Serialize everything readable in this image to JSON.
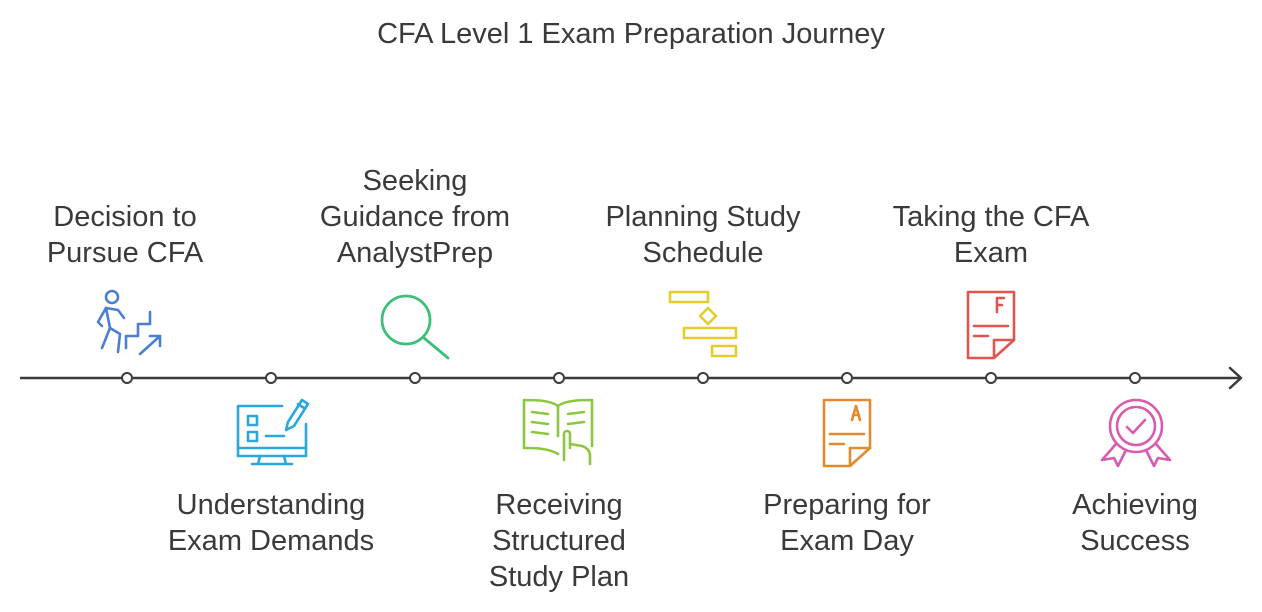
{
  "title": "CFA Level 1 Exam Preparation Journey",
  "steps": [
    {
      "label_lines": [
        "Decision to",
        "Pursue CFA"
      ],
      "icon": "climbing-stairs-icon",
      "color": "#4a7fd4"
    },
    {
      "label_lines": [
        "Understanding",
        "Exam Demands"
      ],
      "icon": "monitor-checklist-edit-icon",
      "color": "#29a8e0"
    },
    {
      "label_lines": [
        "Seeking",
        "Guidance from",
        "AnalystPrep"
      ],
      "icon": "magnifying-glass-icon",
      "color": "#3cbf7a"
    },
    {
      "label_lines": [
        "Receiving",
        "Structured",
        "Study Plan"
      ],
      "icon": "open-book-hand-icon",
      "color": "#8dc63f"
    },
    {
      "label_lines": [
        "Planning Study",
        "Schedule"
      ],
      "icon": "gantt-schedule-icon",
      "color": "#e3cc2b"
    },
    {
      "label_lines": [
        "Preparing for",
        "Exam Day"
      ],
      "icon": "graded-paper-a-icon",
      "color": "#e38a2e"
    },
    {
      "label_lines": [
        "Taking the CFA",
        "Exam"
      ],
      "icon": "graded-paper-f-icon",
      "color": "#e0554f"
    },
    {
      "label_lines": [
        "Achieving",
        "Success"
      ],
      "icon": "award-ribbon-icon",
      "color": "#d95bb0"
    }
  ]
}
